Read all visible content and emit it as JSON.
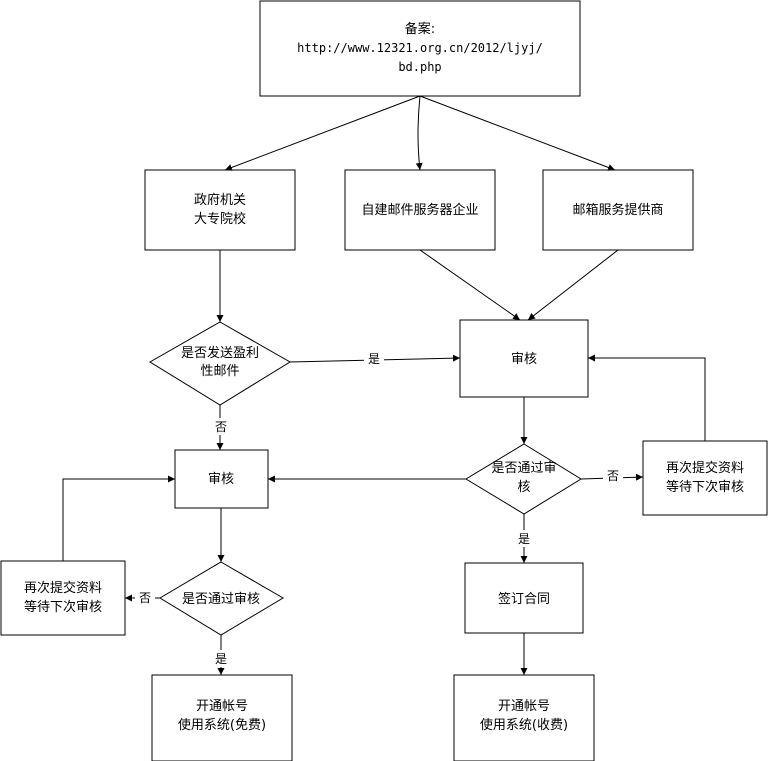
{
  "top": {
    "line1": "备案:",
    "line2": "http://www.12321.org.cn/2012/ljyj/",
    "line3": "bd.php"
  },
  "categories": {
    "gov_line1": "政府机关",
    "gov_line2": "大专院校",
    "self_mail": "自建邮件服务器企业",
    "provider": "邮箱服务提供商"
  },
  "left_path": {
    "decision_line1": "是否发送盈利",
    "decision_line2": "性邮件",
    "yes_label": "是",
    "no_label": "否",
    "review": "审核",
    "pass_decision": "是否通过审核",
    "fail_label": "否",
    "pass_label": "是",
    "resubmit_line1": "再次提交资料",
    "resubmit_line2": "等待下次审核",
    "open_line1": "开通帐号",
    "open_line2": "使用系统(免费)"
  },
  "right_path": {
    "review": "审核",
    "pass_decision_line1": "是否通过审",
    "pass_decision_line2": "核",
    "fail_label": "否",
    "pass_label": "是",
    "resubmit_line1": "再次提交资料",
    "resubmit_line2": "等待下次审核",
    "contract": "签订合同",
    "open_line1": "开通帐号",
    "open_line2": "使用系统(收费)"
  }
}
